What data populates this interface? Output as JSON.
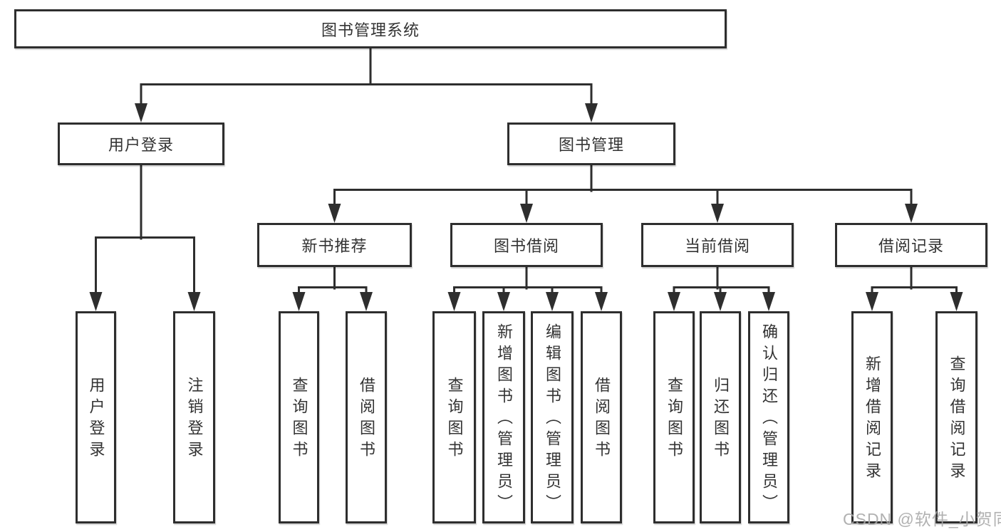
{
  "diagram": {
    "watermark": "CSDN @软件_小贺同学",
    "colors": {
      "line": "#2e2e2e",
      "box_border": "#2e2e2e",
      "text": "#333333",
      "watermark": "#a8a8a8",
      "background": "#ffffff"
    },
    "tree": {
      "label": "图书管理系统",
      "children": [
        {
          "label": "用户登录",
          "children": [
            {
              "label": "用户登录"
            },
            {
              "label": "注销登录"
            }
          ]
        },
        {
          "label": "图书管理",
          "children": [
            {
              "label": "新书推荐",
              "children": [
                {
                  "label": "查询图书"
                },
                {
                  "label": "借阅图书"
                }
              ]
            },
            {
              "label": "图书借阅",
              "children": [
                {
                  "label": "查询图书"
                },
                {
                  "label": "新增图书（管理员）"
                },
                {
                  "label": "编辑图书（管理员）"
                },
                {
                  "label": "借阅图书"
                }
              ]
            },
            {
              "label": "当前借阅",
              "children": [
                {
                  "label": "查询图书"
                },
                {
                  "label": "归还图书"
                },
                {
                  "label": "确认归还（管理员）"
                }
              ]
            },
            {
              "label": "借阅记录",
              "children": [
                {
                  "label": "新增借阅记录"
                },
                {
                  "label": "查询借阅记录"
                }
              ]
            }
          ]
        }
      ]
    }
  }
}
